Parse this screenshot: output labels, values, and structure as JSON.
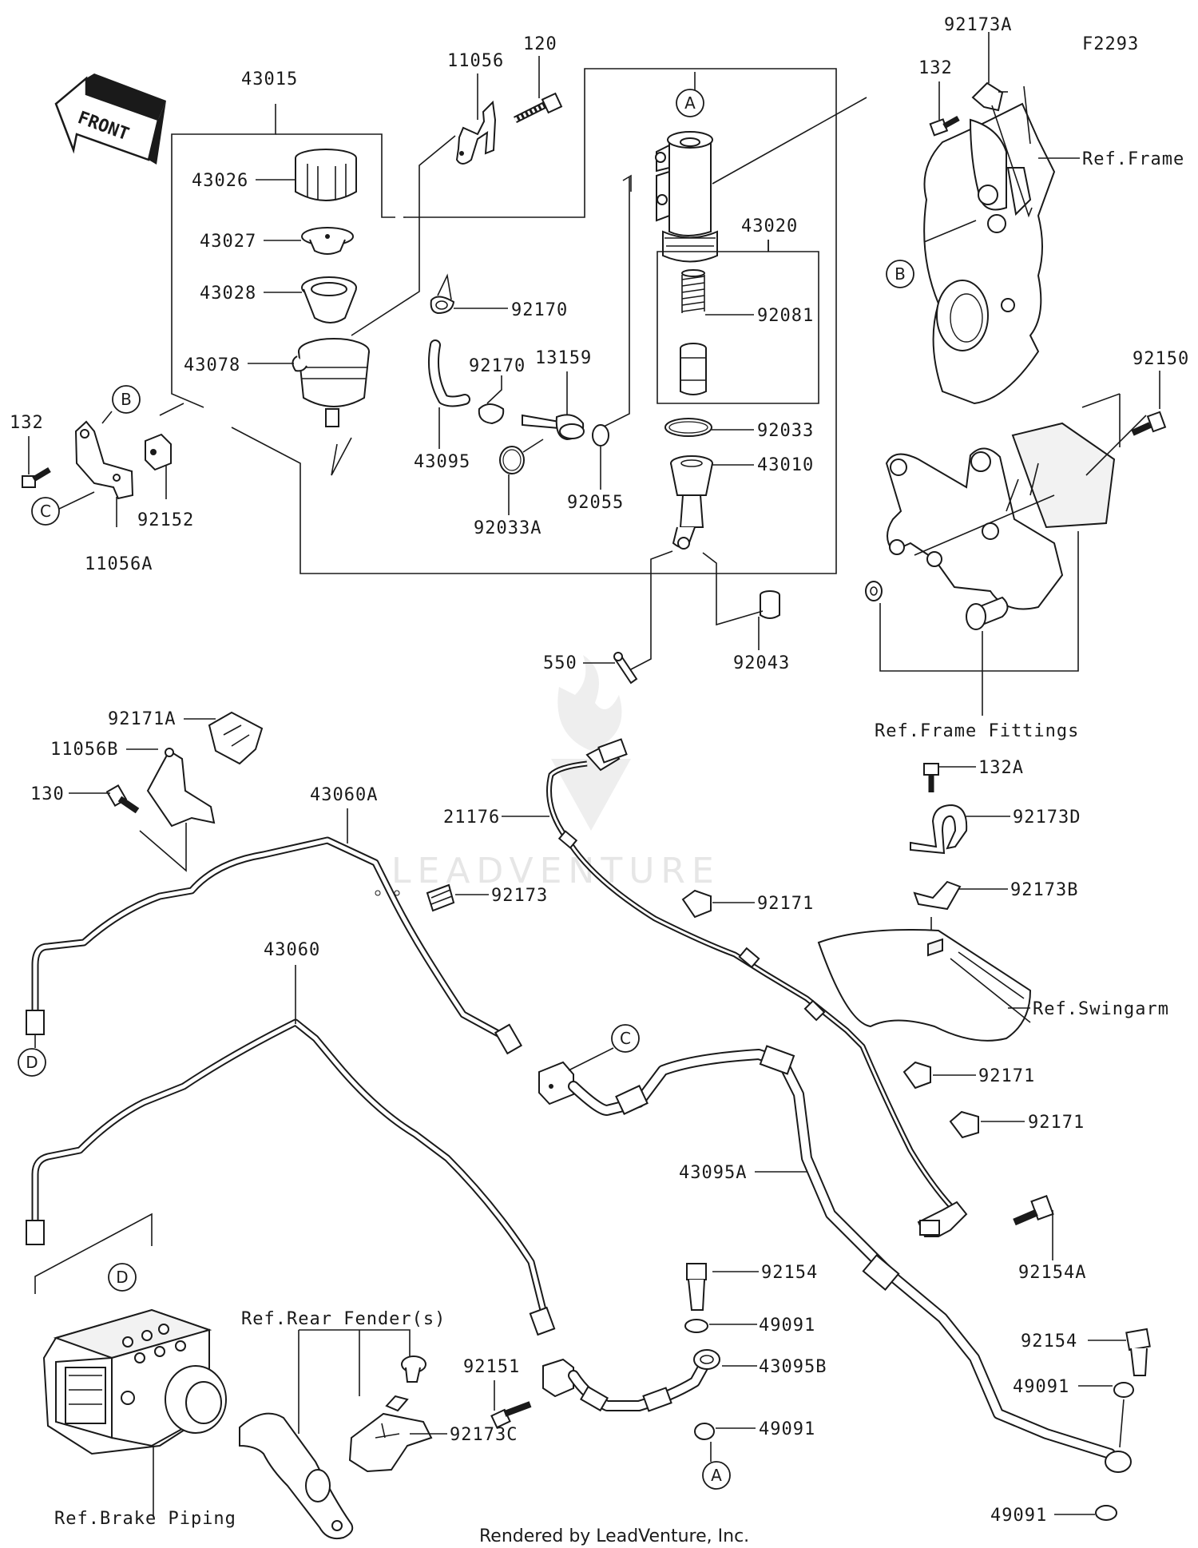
{
  "figure_id": "F2293",
  "front_label": "FRONT",
  "watermark": "LEADVENTURE",
  "footer": "Rendered by LeadVenture, Inc.",
  "circle_labels": {
    "A_top": "A",
    "B_frame": "B",
    "B_bracket": "B",
    "C_bracket": "C",
    "C_pipe": "C",
    "D_pipe": "D",
    "D_abs": "D",
    "A_bottom": "A"
  },
  "part_labels": {
    "p43015": "43015",
    "p43026": "43026",
    "p43027": "43027",
    "p43028": "43028",
    "p43078": "43078",
    "p11056": "11056",
    "p120": "120",
    "p92170a": "92170",
    "p92170b": "92170",
    "p43095": "43095",
    "p13159": "13159",
    "p92033A": "92033A",
    "p92055": "92055",
    "p43020": "43020",
    "p92081": "92081",
    "p92033": "92033",
    "p43010": "43010",
    "p550": "550",
    "p92043": "92043",
    "p132_left": "132",
    "p92152": "92152",
    "p11056A": "11056A",
    "p92173A": "92173A",
    "p132_top": "132",
    "p92150": "92150",
    "p92171A": "92171A",
    "p11056B": "11056B",
    "p130": "130",
    "p43060A": "43060A",
    "p21176": "21176",
    "p92173": "92173",
    "p92171_a": "92171",
    "p132A": "132A",
    "p92173D": "92173D",
    "p92173B": "92173B",
    "p43060": "43060",
    "p92171_b": "92171",
    "p92171_c": "92171",
    "p43095A": "43095A",
    "p92154A": "92154A",
    "p92154_mid": "92154",
    "p49091_mid": "49091",
    "p43095B": "43095B",
    "p92151": "92151",
    "p49091_low": "49091",
    "p92173C": "92173C",
    "p92154_right": "92154",
    "p49091_right": "49091",
    "p49091_bottom": "49091"
  },
  "ref_labels": {
    "frame": "Ref.Frame",
    "frame_fittings": "Ref.Frame Fittings",
    "swingarm": "Ref.Swingarm",
    "rear_fender": "Ref.Rear Fender(s)",
    "brake_piping": "Ref.Brake Piping"
  }
}
